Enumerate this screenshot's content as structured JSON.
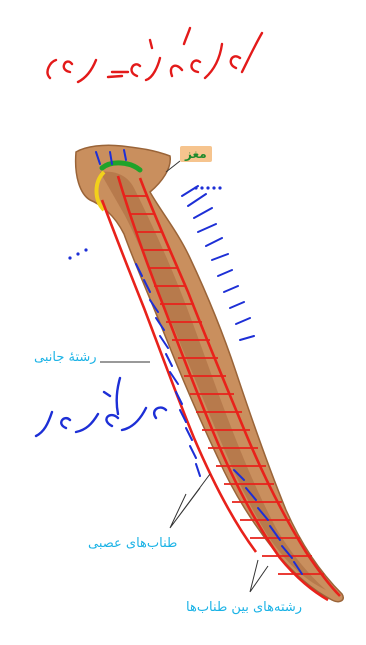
{
  "labels": {
    "brain": "مغز",
    "lateral_cord": "رشتهٔ جانبی",
    "nerve_cords": "طناب‌های عصبی",
    "connecting_fibers": "رشته‌های بین طناب‌ها"
  },
  "handwriting": {
    "top_title": "بخش مرکزی = نردبان عصبی",
    "middle_note": "دستگاه عصبی نردبانی"
  },
  "colors": {
    "body_fill": "#c98f5e",
    "nerves": "#e8221b",
    "ink_blue": "#1d2fd6",
    "ink_red": "#e31a1a",
    "brain_green": "#1fa32a",
    "eye_yellow": "#f2d11b",
    "label_cyan": "#1cb3e6"
  }
}
